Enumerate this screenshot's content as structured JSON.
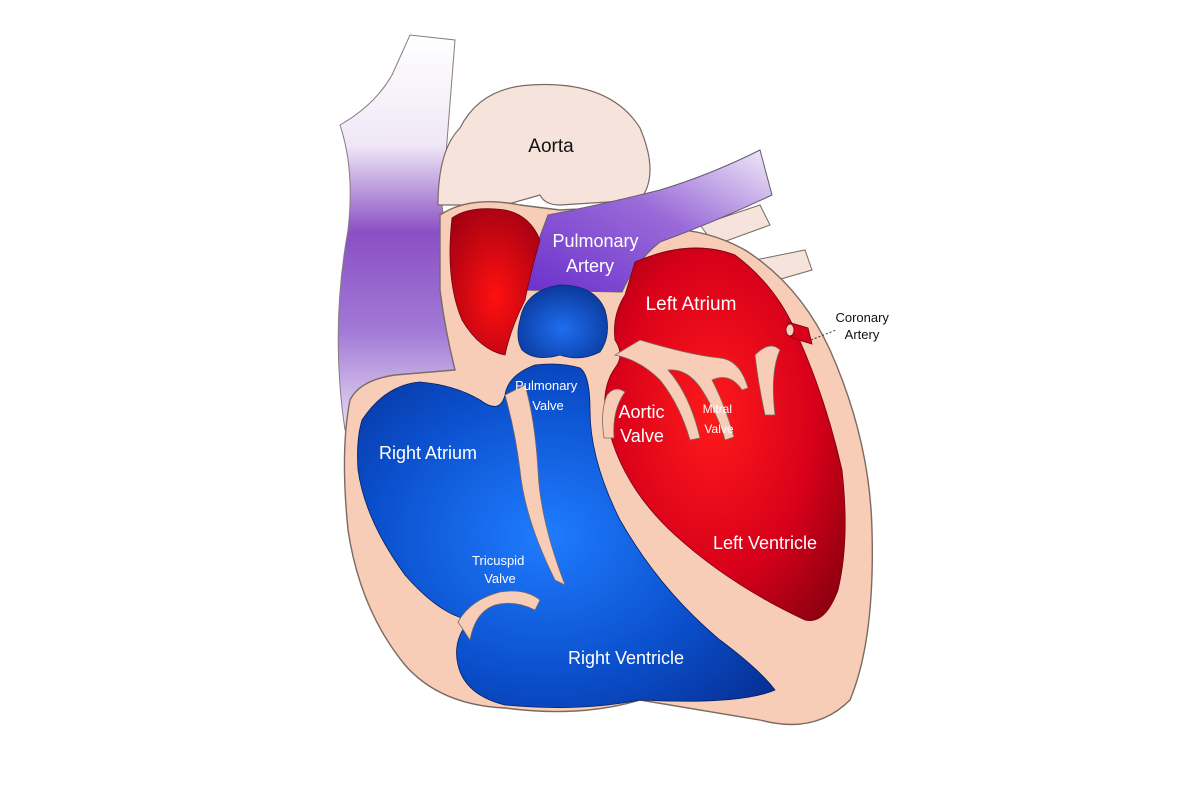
{
  "labels": {
    "aorta": "Aorta",
    "pulmonary_artery": [
      "Pulmonary",
      "Artery"
    ],
    "left_atrium": "Left Atrium",
    "pulmonary_valve": [
      "Pulmonary",
      "Valve"
    ],
    "aortic_valve": [
      "Aortic",
      "Valve"
    ],
    "mitral_valve": [
      "Mitral",
      "Valve"
    ],
    "right_atrium": "Right Atrium",
    "tricuspid_valve": [
      "Tricuspid",
      "Valve"
    ],
    "left_ventricle": "Left Ventricle",
    "right_ventricle": "Right Ventricle",
    "coronary_artery": [
      "Coronary",
      "Artery"
    ]
  },
  "colors": {
    "background": "#ffffff",
    "tissue": "#f7cdb8",
    "vessel_light": "#f6e4dc",
    "outline": "#7a6a62",
    "oxygenated_blood": "#d8001a",
    "deoxygenated_blood": "#0a3fae",
    "vena_cava": "#8a4fc4",
    "pulmonary_artery": "#7b3fd0"
  }
}
